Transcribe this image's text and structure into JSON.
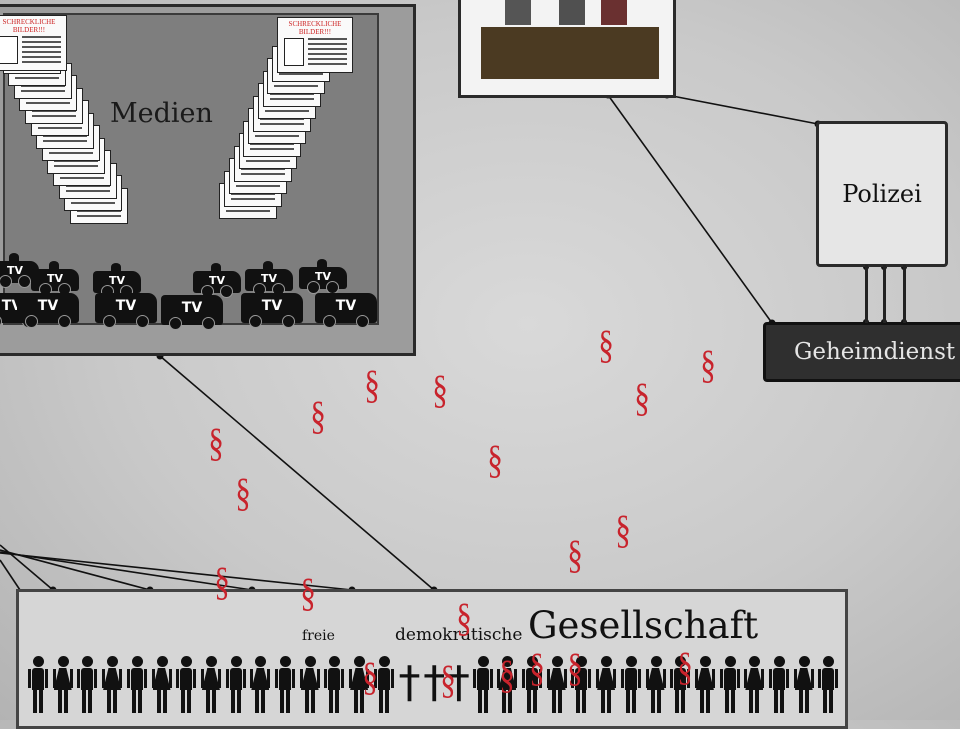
{
  "diagram": {
    "media": {
      "label": "Medien",
      "newspaper_headline": "SCHRECKLICHE BILDER!!!",
      "tv_label": "TV"
    },
    "police": {
      "label": "Polizei"
    },
    "secret_service": {
      "label": "Geheimdienst"
    },
    "society": {
      "label": "Gesellschaft",
      "word_free": "freie",
      "word_democratic": "demokratische"
    },
    "paragraph_symbol": "§",
    "colors": {
      "paragraph": "#c8232c",
      "court_bench": "#4b3a22",
      "secret_service_box": "#2f2f2f"
    },
    "icons": [
      "newspaper-icon",
      "tv-van-icon",
      "person-icon",
      "cross-icon",
      "court-bench-icon"
    ]
  }
}
